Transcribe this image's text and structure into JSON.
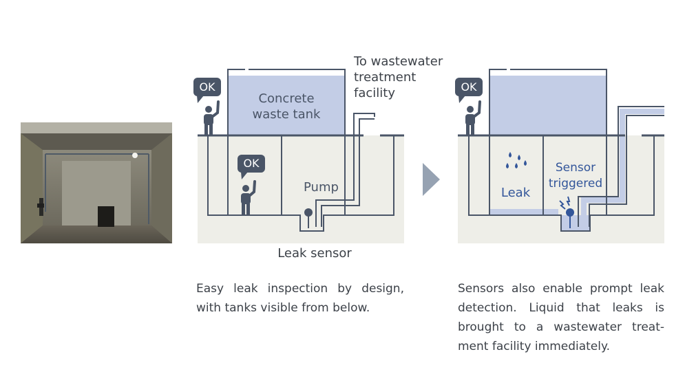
{
  "photo": {
    "alt": "Photograph of concrete leak inspection space under the tank"
  },
  "left_panel": {
    "tank_label_line1": "Concrete",
    "tank_label_line2": "waste tank",
    "outlet_label_line1": "To wastewater",
    "outlet_label_line2": "treatment",
    "outlet_label_line3": "facility",
    "ok_top": "OK",
    "ok_bottom": "OK",
    "pump_label": "Pump",
    "sensor_label": "Leak sensor",
    "caption": "Easy leak inspection by design, with tanks visible from below."
  },
  "right_panel": {
    "ok_top": "OK",
    "leak_label": "Leak",
    "sensor_label_line1": "Sensor",
    "sensor_label_line2": "triggered",
    "caption": "Sensors also enable prompt leak detection. Liquid that leaks is brought to a wastewater treat-ment facility immediately."
  },
  "colors": {
    "outline": "#4a5567",
    "liquid": "#c3cde6",
    "liquid_alert": "#9fb0d9",
    "ground": "#eeeee8",
    "badge": "#4a5567",
    "sensor_alert": "#33569a",
    "arrow": "#96a2b2"
  }
}
